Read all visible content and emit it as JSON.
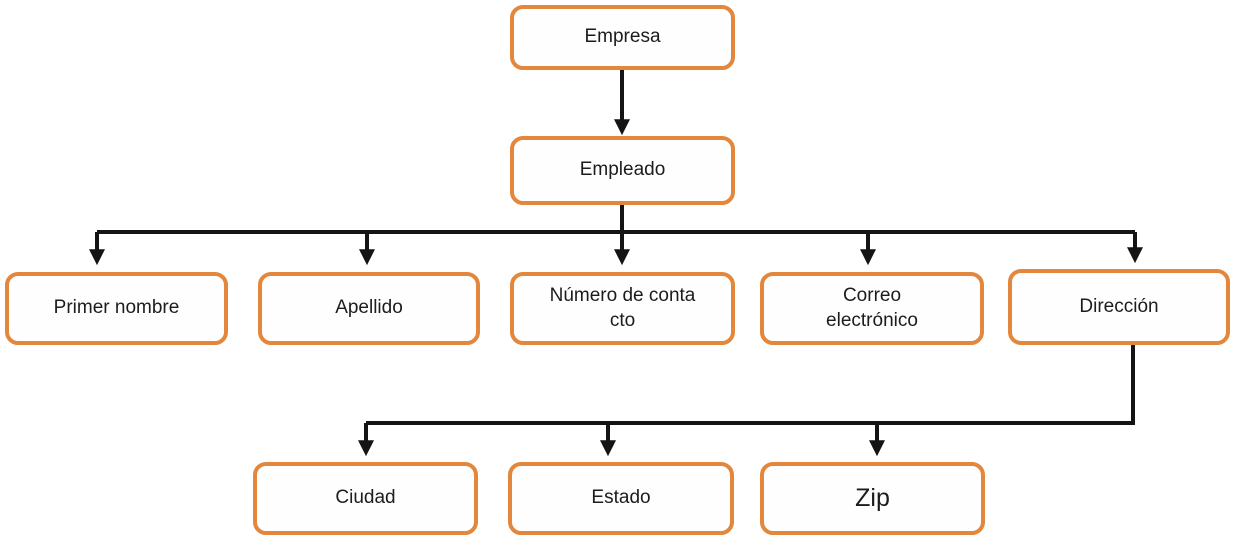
{
  "diagram": {
    "type": "tree",
    "colors": {
      "box_border": "#E2873C",
      "box_fill": "#FEFEFE",
      "connector": "#141414",
      "text": "#1C1C1C"
    },
    "nodes": [
      {
        "id": "empresa",
        "label": "Empresa"
      },
      {
        "id": "empleado",
        "label": "Empleado"
      },
      {
        "id": "primer-nombre",
        "label": "Primer nombre"
      },
      {
        "id": "apellido",
        "label": "Apellido"
      },
      {
        "id": "numero-de-contacto",
        "label": "Número de conta\ncto"
      },
      {
        "id": "correo-electronico",
        "label": "Correo\nelectrónico"
      },
      {
        "id": "direccion",
        "label": "Dirección"
      },
      {
        "id": "ciudad",
        "label": "Ciudad"
      },
      {
        "id": "estado",
        "label": "Estado"
      },
      {
        "id": "zip",
        "label": "Zip"
      }
    ],
    "edges": [
      {
        "from": "empresa",
        "to": "empleado"
      },
      {
        "from": "empleado",
        "to": "primer-nombre"
      },
      {
        "from": "empleado",
        "to": "apellido"
      },
      {
        "from": "empleado",
        "to": "numero-de-contacto"
      },
      {
        "from": "empleado",
        "to": "correo-electronico"
      },
      {
        "from": "empleado",
        "to": "direccion"
      },
      {
        "from": "direccion",
        "to": "ciudad"
      },
      {
        "from": "direccion",
        "to": "estado"
      },
      {
        "from": "direccion",
        "to": "zip"
      }
    ]
  }
}
